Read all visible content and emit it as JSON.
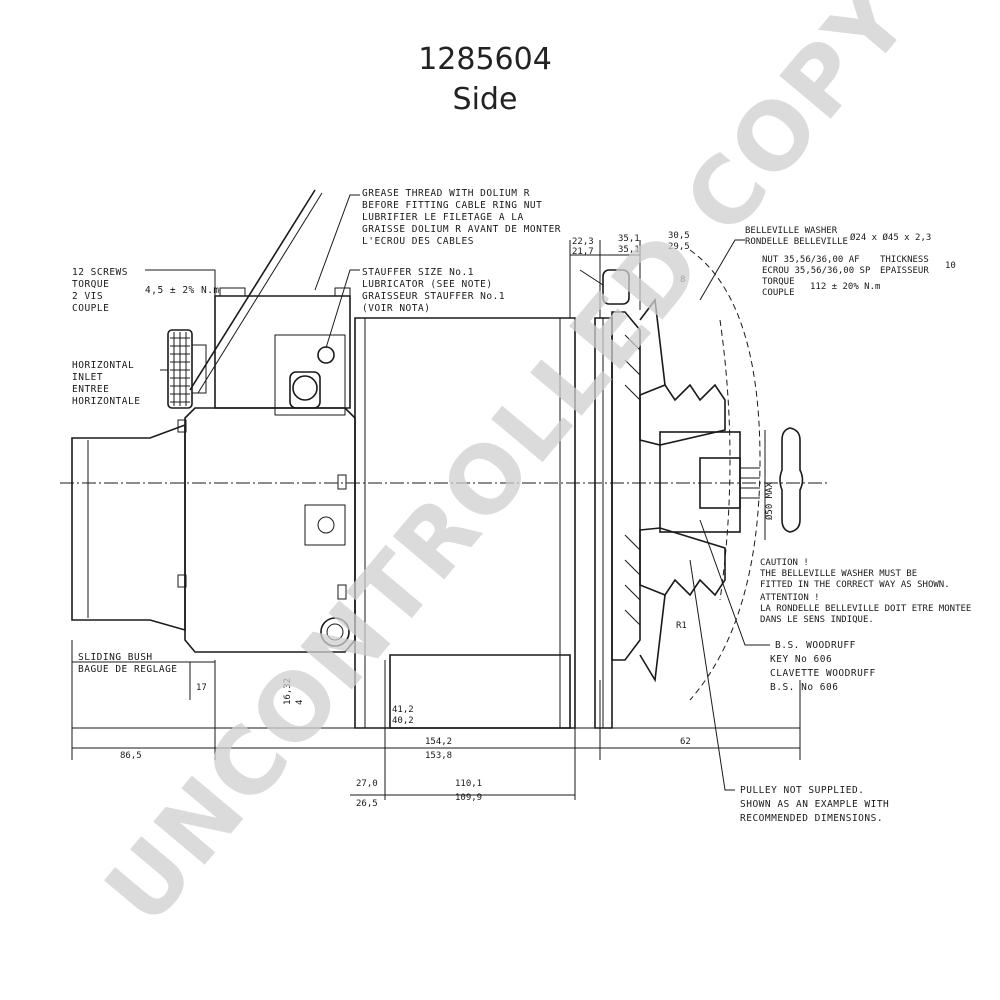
{
  "title": "1285604",
  "subtitle": "Side",
  "watermark": "UNCONTROLLED COPY",
  "notes": {
    "grease_1": "GREASE THREAD WITH DOLIUM R",
    "grease_2": "BEFORE FITTING CABLE RING NUT",
    "grease_3": "LUBRIFIER LE FILETAGE A LA",
    "grease_4": "GRAISSE DOLIUM R AVANT DE MONTER",
    "grease_5": "L'ECROU DES CABLES",
    "screws_1": "12 SCREWS",
    "screws_2": "TORQUE",
    "screws_3": "2 VIS",
    "screws_4": "COUPLE",
    "screws_torque": "4,5 ± 2% N.m",
    "stauffer_1": "STAUFFER SIZE No.1",
    "stauffer_2": "LUBRICATOR (SEE NOTE)",
    "stauffer_3": "GRAISSEUR STAUFFER No.1",
    "stauffer_4": "(VOIR NOTA)",
    "inlet_1": "HORIZONTAL",
    "inlet_2": "INLET",
    "inlet_3": "ENTREE",
    "inlet_4": "HORIZONTALE",
    "washer_1": "BELLEVILLE WASHER",
    "washer_2": "RONDELLE BELLEVILLE",
    "washer_spec": "Ø24 x Ø45 x 2,3",
    "nut_1": "NUT 35,56/36,00 AF",
    "nut_2": "ECROU 35,56/36,00 SP",
    "nut_3": "TORQUE",
    "nut_4": "COUPLE",
    "nut_torque": "112 ± 20% N.m",
    "thickness_1": "THICKNESS",
    "thickness_2": "EPAISSEUR",
    "thickness_value": "10",
    "caution_1": "CAUTION !",
    "caution_2": "THE BELLEVILLE WASHER MUST BE",
    "caution_3": "FITTED IN THE CORRECT WAY AS SHOWN.",
    "attention_1": "ATTENTION !",
    "attention_2": "LA RONDELLE BELLEVILLE DOIT ETRE MONTEE",
    "attention_3": "DANS LE SENS INDIQUE.",
    "woodruff_1": "B.S. WOODRUFF",
    "woodruff_2": "KEY  No 606",
    "woodruff_3": "CLAVETTE  WOODRUFF",
    "woodruff_4": "B.S.  No 606",
    "pulley_1": "PULLEY NOT SUPPLIED.",
    "pulley_2": "SHOWN AS AN EXAMPLE WITH",
    "pulley_3": "RECOMMENDED DIMENSIONS.",
    "sliding_1": "SLIDING BUSH",
    "sliding_2": "BAGUE DE REGLAGE"
  },
  "dimensions": {
    "d22_3": "22,3",
    "d21_7": "21,7",
    "d35_1a": "35,1",
    "d35_1b": "35,1",
    "d30": "30,5",
    "d29_5": "29,5",
    "d8": "8",
    "d17": "17",
    "d16_32": "16,32",
    "d4": "4",
    "d412": "41,2",
    "d402": "40,2",
    "d154_2": "154,2",
    "d153_8": "153,8",
    "d86_5": "86,5",
    "d62": "62",
    "d27": "27,0",
    "d26_5": "26,5",
    "d110_1": "110,1",
    "d109_9": "109,9",
    "d450": "Ø50 MAX",
    "r1": "R1"
  }
}
